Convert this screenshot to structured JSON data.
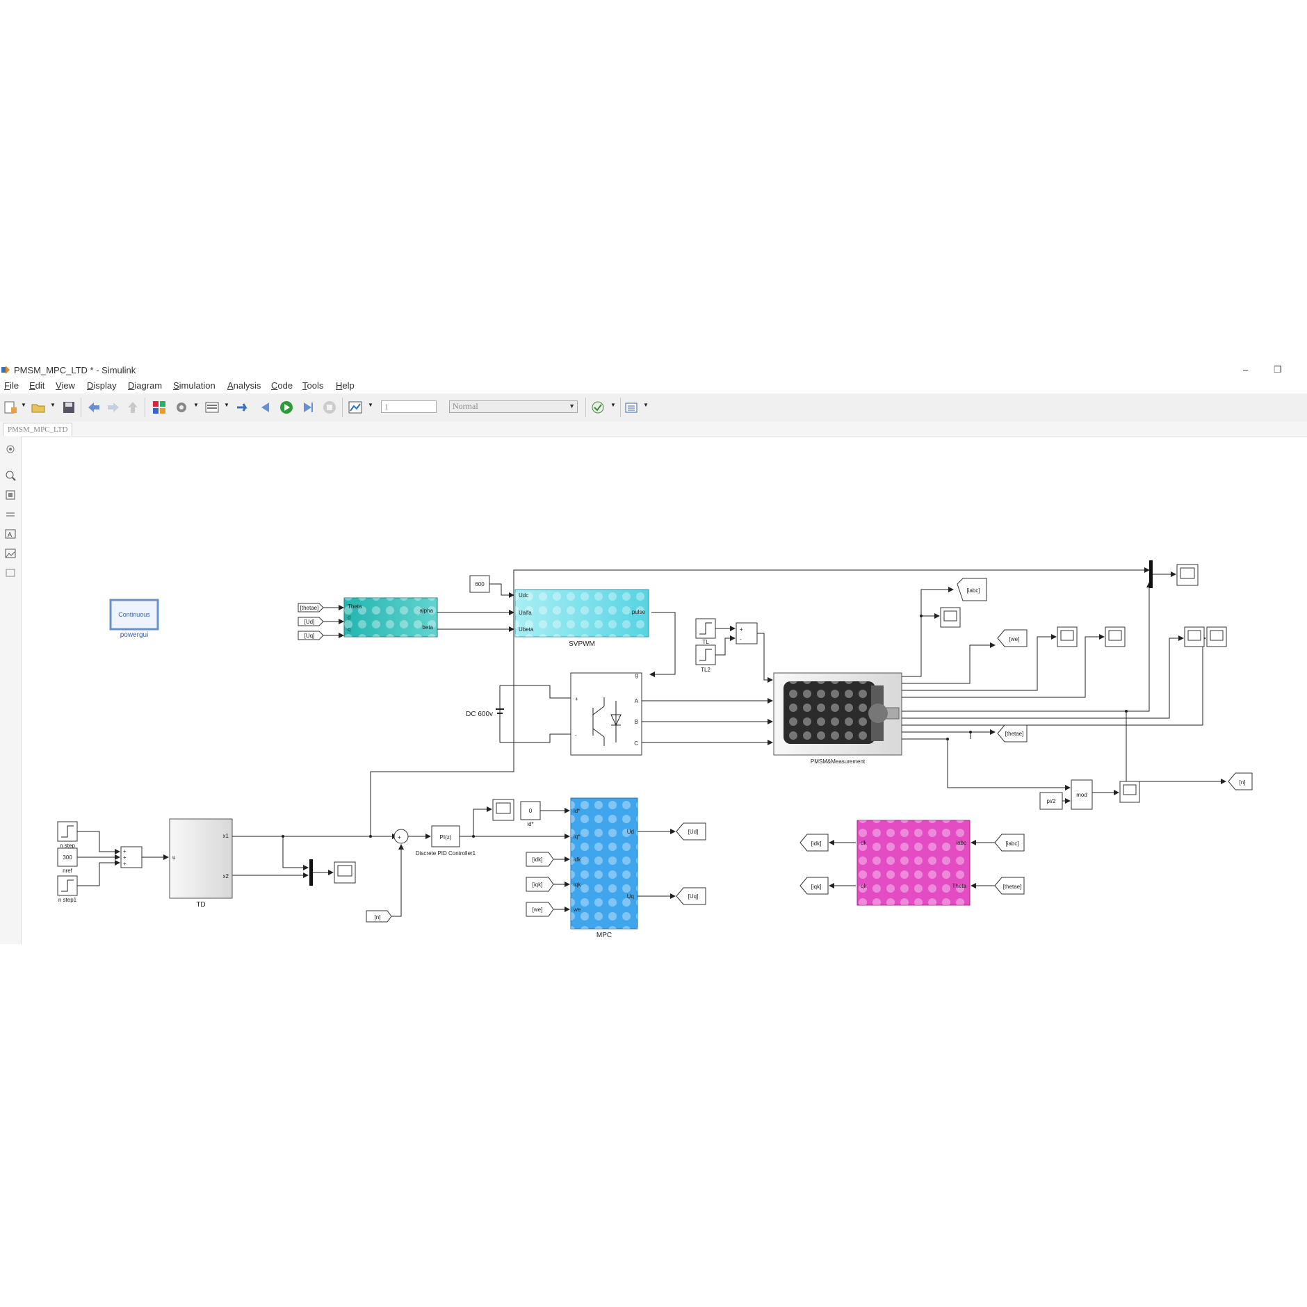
{
  "window": {
    "title": "PMSM_MPC_LTD * - Simulink",
    "minimize": "–",
    "restore": "❐"
  },
  "menu": [
    "File",
    "Edit",
    "View",
    "Display",
    "Diagram",
    "Simulation",
    "Analysis",
    "Code",
    "Tools",
    "Help"
  ],
  "toolbar": {
    "stop_time": "1",
    "sim_mode": "Normal"
  },
  "tab": {
    "label": "PMSM_MPC_LTD"
  },
  "blocks": {
    "powergui": {
      "label": "Continuous",
      "caption": "powergui"
    },
    "const600": "600",
    "goto_theta": "[thetae]",
    "goto_ud": "[Ud]",
    "goto_uq": "[Uq]",
    "park_ports": [
      "Theta",
      "d",
      "q",
      "alpha",
      "beta"
    ],
    "svpwm": {
      "name": "SVPWM",
      "ports": [
        "Udc",
        "Ualfa",
        "Ubeta",
        "pulse"
      ]
    },
    "dc": "DC 600v",
    "inverter_ports": [
      "g",
      "A",
      "B",
      "C",
      "+",
      "-"
    ],
    "tl": "TL",
    "tl2": "TL2",
    "motor": "PMSM&Measurement",
    "from_iabc": "[iabc]",
    "from_we": "[we]",
    "from_thetae": "[thetae]",
    "from_n": "[n]",
    "pi2": "pi/2",
    "mod": "mod",
    "steps": {
      "nstep": "n step",
      "nref_val": "300",
      "nref": "nref",
      "nstep1": "n step1"
    },
    "td": {
      "name": "TD",
      "ports": [
        "u",
        "x1",
        "x2"
      ]
    },
    "pid": {
      "block": "PI(z)",
      "name": "Discrete PID Controller1"
    },
    "id_const": {
      "value": "0",
      "name": "id*"
    },
    "mpc": {
      "name": "MPC",
      "ports": [
        "id*",
        "iq*",
        "idk",
        "iqk",
        "we",
        "Ud",
        "Uq"
      ]
    },
    "mpc_from": [
      "[idk]",
      "[iqk]",
      "[we]"
    ],
    "mpc_goto": [
      "[Ud]",
      "[Uq]"
    ],
    "n_from": "[n]",
    "abc_dq": {
      "ports": [
        "dk",
        "qk",
        "iabc",
        "Theta"
      ],
      "goto": [
        "[idk]",
        "[iqk]"
      ],
      "from": [
        "[iabc]",
        "[thetae]"
      ]
    }
  }
}
